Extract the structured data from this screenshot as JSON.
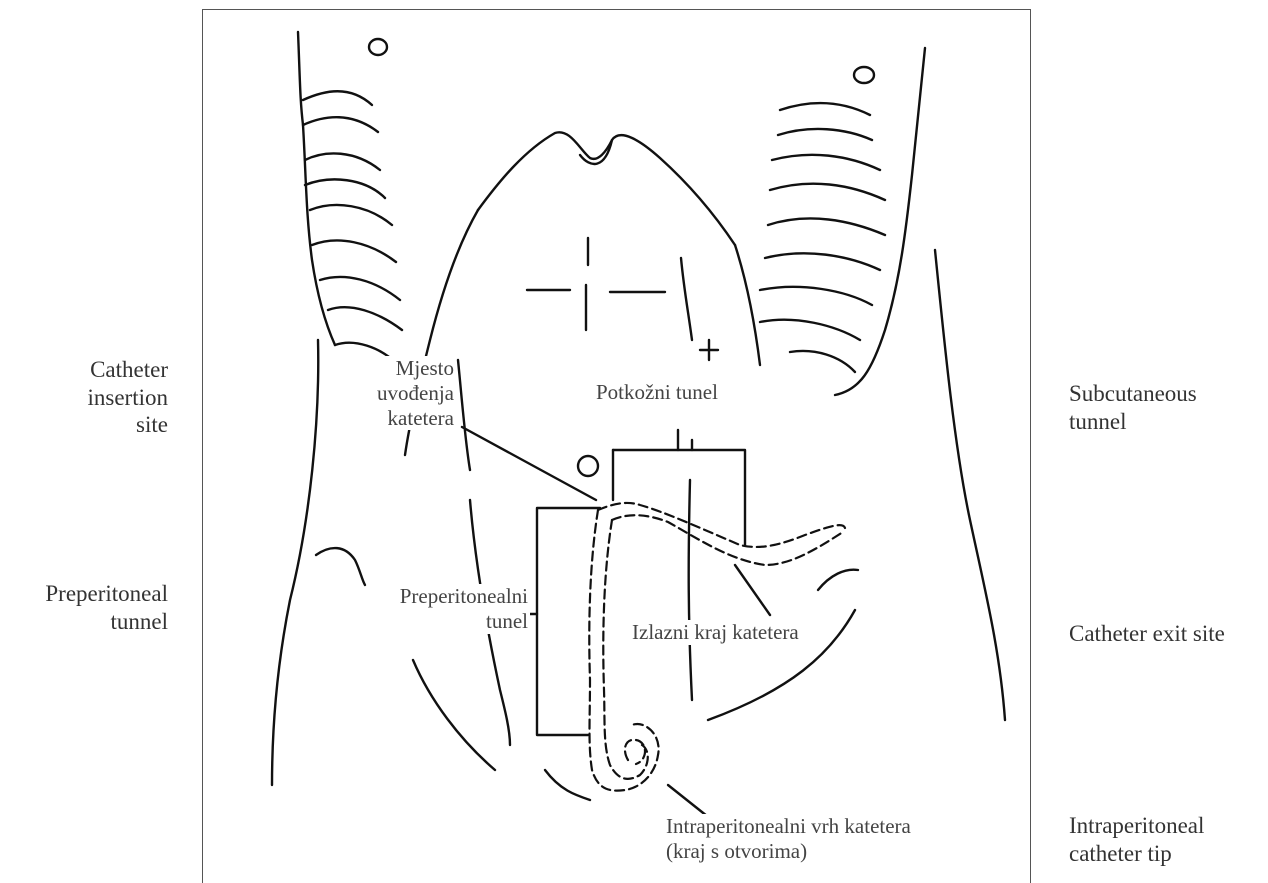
{
  "outer_labels": {
    "insertion_site": [
      "Catheter",
      "insertion",
      "site"
    ],
    "preperitoneal_tunnel": [
      "Preperitoneal",
      "tunnel"
    ],
    "subcutaneous_tunnel": [
      "Subcutaneous",
      "tunnel"
    ],
    "exit_site": [
      "Catheter exit site"
    ],
    "intraperitoneal_tip": [
      "Intraperitoneal",
      "catheter tip"
    ]
  },
  "inner_labels": {
    "mjesto": [
      "Mjesto",
      "uvođenja",
      "katetera"
    ],
    "potkozni": [
      "Potkožni tunel"
    ],
    "preperitonealni": [
      "Preperitonealni",
      "tunel"
    ],
    "izlazni": [
      "Izlazni kraj katetera"
    ],
    "vrh": [
      "Intraperitonealni vrh katetera",
      "(kraj s otvorima)"
    ]
  }
}
